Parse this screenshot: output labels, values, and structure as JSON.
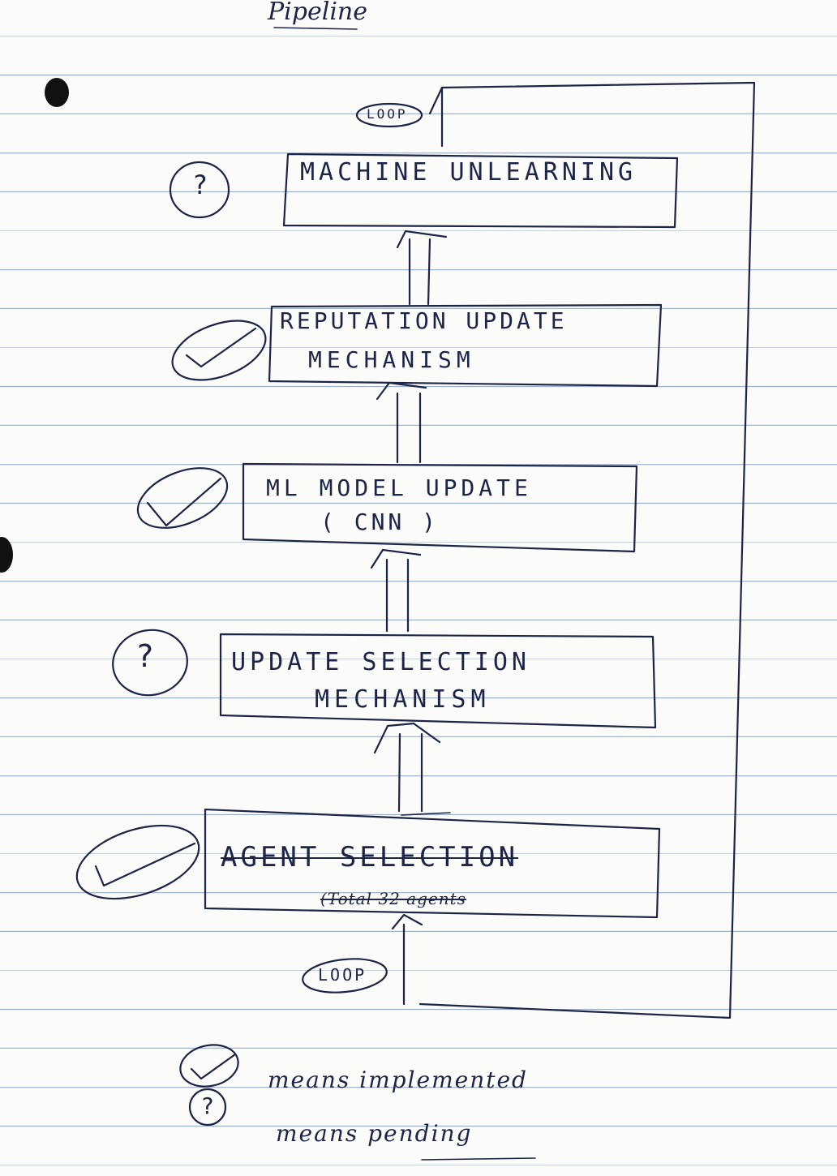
{
  "title": "Pipeline",
  "loop_top": "LOOP",
  "loop_bottom": "LOOP",
  "steps": [
    {
      "line1": "MACHINE UNLEARNING",
      "line2": "",
      "status": "?"
    },
    {
      "line1": "REPUTATION  UPDATE",
      "line2": "MECHANISM",
      "status": "implemented"
    },
    {
      "line1": "ML  MODEL  UPDATE",
      "line2": "( CNN )",
      "status": "implemented"
    },
    {
      "line1": "UPDATE   SELECTION",
      "line2": "MECHANISM",
      "status": "?"
    },
    {
      "line1": "AGENT SELECTION",
      "line2": "(Total 32 agents",
      "status": "implemented"
    }
  ],
  "legend": {
    "implemented_text": "means implemented",
    "pending_text": "means pending"
  },
  "colors": {
    "ink": "#1c2548",
    "paper": "#fbfbf9",
    "rule": "#9fb0c4"
  },
  "icons": {
    "implemented": "checkmark-in-circle-icon",
    "pending": "question-mark-in-circle-icon"
  }
}
